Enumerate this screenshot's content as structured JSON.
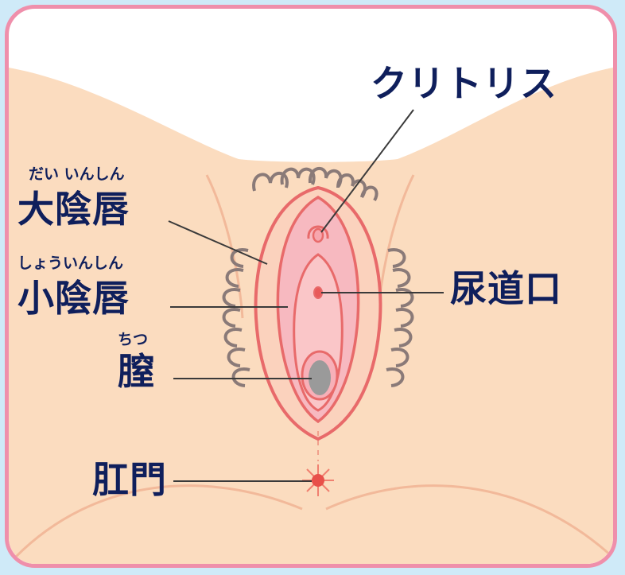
{
  "labels": {
    "clitoris": "クリトリス",
    "labia_majora": "大陰唇",
    "labia_majora_reading": "だい いんしん",
    "labia_minora": "小陰唇",
    "labia_minora_reading": "しょういんしん",
    "vagina": "膣",
    "vagina_reading": "ちつ",
    "urethra": "尿道口",
    "anus": "肛門"
  },
  "colors": {
    "frame_border": "#ef8fab",
    "page_background": "#cfeaf8",
    "skin": "#fbdcbf",
    "outline": "#e86a6a",
    "inner_fill": "#f7b9c0",
    "hair": "#8a7a78",
    "text": "#0f1f5c"
  }
}
